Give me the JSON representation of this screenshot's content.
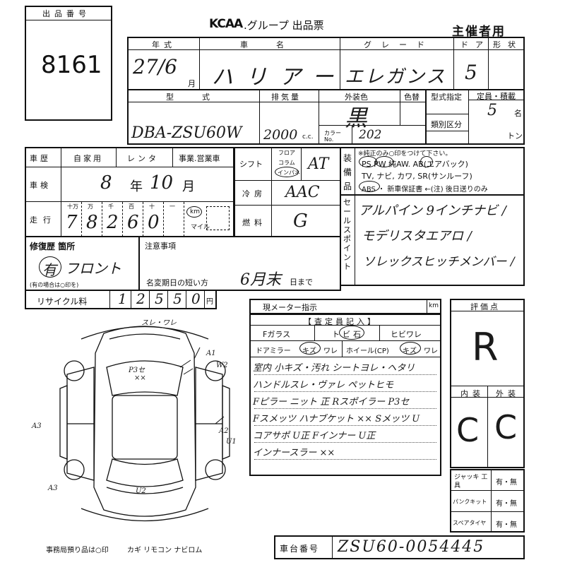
{
  "header": {
    "lot_label": "出品番号",
    "lot_number": "8161",
    "org_logo": "KCAA",
    "org_suffix": ".グループ 出品票",
    "copy_label": "主催者用"
  },
  "vehicle": {
    "year_label": "年式",
    "year_value": "27/6",
    "month_unit": "月",
    "model_label": "車名",
    "model_value": "ハリアー",
    "grade_label": "グレード",
    "grade_value": "エレガンス",
    "doors_label": "ドア",
    "doors_value": "5",
    "shape_label": "形状",
    "type_label": "型式",
    "type_value": "DBA-ZSU60W",
    "displacement_label": "排気量",
    "displacement_value": "2000",
    "cc_unit": "c.c.",
    "color_label": "外装色",
    "color_value": "黒",
    "color_change_label": "色替",
    "color_no_label": "カラー No.",
    "color_no_value": "202",
    "spec_label": "型式指定",
    "category_label": "類別区分",
    "capacity_label": "定員・積載",
    "capacity_value": "5",
    "capacity_unit": "名",
    "ton_unit": "トン"
  },
  "history": {
    "usage_label": "車歴",
    "private_label": "自家用",
    "rental_label": "レンタ",
    "business_label": "事業.営業車",
    "shaken_label": "車検",
    "shaken_year": "8",
    "year_unit": "年",
    "shaken_month": "10",
    "month_unit": "月",
    "mileage_label": "走行",
    "digit_labels": [
      "十万",
      "万",
      "千",
      "百",
      "十",
      "一"
    ],
    "mileage_digits": [
      "7",
      "8",
      "2",
      "6",
      "0"
    ],
    "km_label": "km",
    "mile_label": "マイル",
    "shift_label": "シフト",
    "floor_label": "フロア",
    "column_label": "コラム",
    "inpanel_label": "インパネ",
    "shift_value": "AT",
    "ac_label": "冷房",
    "ac_value": "AAC",
    "fuel_label": "燃料",
    "fuel_value": "G"
  },
  "equipment": {
    "label": "装備品",
    "note": "※純正のみ○印をつけて下さい。",
    "row1": "PS  PW  純AW. AB(エアバック)",
    "row2": "TV, ナビ, カワ, SR(サンルーフ)",
    "row3": "ABS ・ 新車保証書 ←(注) 後日送りのみ"
  },
  "sales_points": {
    "label": "セールスポイント",
    "lines": [
      "アルパイン 9インチナビ /",
      "モデリスタエアロ /",
      "ソレックスヒッチメンバー /"
    ]
  },
  "repair": {
    "label": "修復歴 箇所",
    "answer": "有",
    "location": "フロント",
    "note": "(有の場合は○印を)"
  },
  "notes": {
    "label": "注意事項",
    "name_change_label": "名変期日の短い方",
    "deadline_value": "6月末",
    "deadline_suffix": "日まで"
  },
  "recycle": {
    "label": "リサイクル料",
    "digits": [
      "1",
      "2",
      "5",
      "5",
      "0"
    ],
    "unit": "円"
  },
  "inspection": {
    "meter_label": "現メーター指示",
    "km_label": "km",
    "inspector_label": "【査定員記入】",
    "glass_label": "Fガラス",
    "chip_label": "トビ石",
    "crack_label": "ヒビワレ",
    "mirror_label": "ドアミラー",
    "mirror_scratch": "キズ",
    "mirror_crack": "ワレ",
    "wheel_label": "ホイール(CP)",
    "wheel_scratch": "キズ",
    "wheel_crack": "ワレ",
    "remarks": [
      "室内 小キズ・汚れ シートヨレ・ヘタリ",
      "ハンドルスレ・ヴァレ  ペットヒモ",
      "Fピラー ニット 正  Rスポイラー P3セ",
      "Fスメッツ ハナブケット ×× Sメッツ U",
      "コアサポ U正  Fインナー U正",
      "インナースラー ××"
    ]
  },
  "diagram": {
    "marks": [
      "スレ・ワレ",
      "A1",
      "W2",
      "P3セ",
      "××",
      "A3",
      "A2",
      "U1",
      "A3",
      "U2"
    ]
  },
  "grades": {
    "score_label": "評価点",
    "score_value": "R",
    "interior_label": "内装",
    "exterior_label": "外装",
    "interior_value": "C",
    "exterior_value": "C"
  },
  "accessories": {
    "jack_label": "ジャッキ 工具",
    "jack_value": "有・無",
    "puncture_label": "パンクキット",
    "puncture_value": "有・無",
    "spare_label": "スペアタイヤ",
    "spare_value": "有・無"
  },
  "footer": {
    "office_note": "事務局預り品は○印",
    "keys": "カギ  リモコン  ナビロム",
    "chassis_label": "車台番号",
    "chassis_value": "ZSU60-0054445"
  }
}
